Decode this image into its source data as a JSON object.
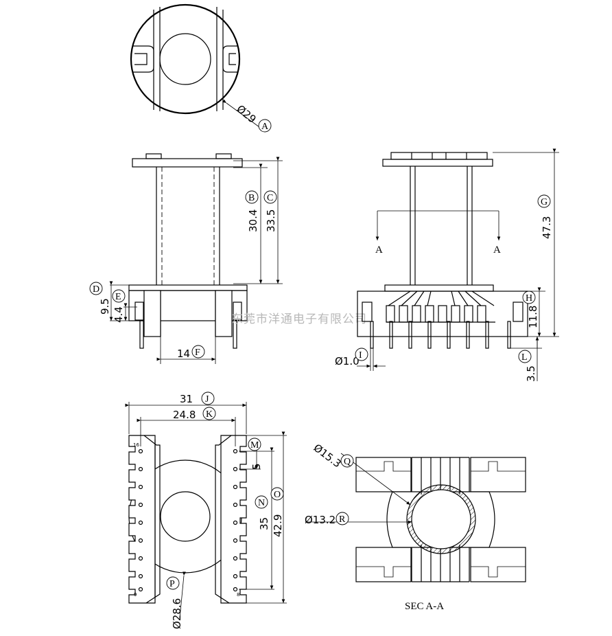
{
  "watermark": "东莞市洋通电子有限公司",
  "top_view": {
    "dim_diameter": "Ø29",
    "callout": "A"
  },
  "front_view": {
    "dim_inner_height": "30.4",
    "dim_outer_height": "33.5",
    "dim_base_height": "9.5",
    "dim_step_height": "4.4",
    "dim_core_width": "14",
    "callout_b": "B",
    "callout_c": "C",
    "callout_d": "D",
    "callout_e": "E",
    "callout_f": "F"
  },
  "side_view": {
    "section_mark_left": "A",
    "section_mark_right": "A",
    "dim_total_height": "47.3",
    "dim_base_height": "11.8",
    "dim_pin_diameter": "Ø1.0",
    "dim_pin_length": "3.5",
    "callout_g": "G",
    "callout_h": "H",
    "callout_i": "I",
    "callout_l": "L"
  },
  "bottom_view": {
    "dim_outer_width": "31",
    "dim_pin_span": "24.8",
    "dim_pitch": "5",
    "dim_pin_row": "35",
    "dim_outer_length": "42.9",
    "dim_flange_diameter": "Ø28.6",
    "callout_j": "J",
    "callout_k": "K",
    "callout_m": "M",
    "callout_n": "N",
    "callout_o": "O",
    "callout_p": "P",
    "pin_number_top": "16",
    "pin_number_bottom_left": "9",
    "pin_number_bottom_right": "8"
  },
  "section_view": {
    "title": "SEC A-A",
    "dim_outer_tube": "Ø15.3",
    "dim_inner_tube": "Ø13.2",
    "callout_q": "Q",
    "callout_r": "R"
  }
}
